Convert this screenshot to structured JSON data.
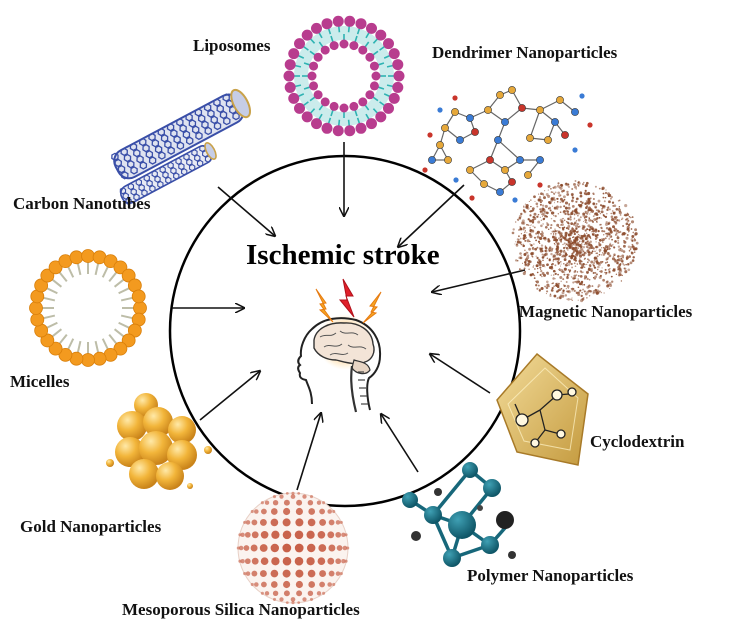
{
  "center": {
    "title": "Ischemic stroke",
    "brain_icon": "brain-head-profile-icon"
  },
  "labels": {
    "liposomes": "Liposomes",
    "dendrimer": "Dendrimer Nanoparticles",
    "carbon_nanotubes": "Carbon Nanotubes",
    "magnetic": "Magnetic Nanoparticles",
    "micelles": "Micelles",
    "cyclodextrin": "Cyclodextrin",
    "gold": "Gold Nanoparticles",
    "polymer": "Polymer Nanoparticles",
    "mesoporous_silica": "Mesoporous Silica Nanoparticles"
  },
  "icons": {
    "liposomes": "liposome-icon",
    "dendrimer": "dendrimer-molecule-icon",
    "carbon_nanotubes": "carbon-nanotube-icon",
    "magnetic": "magnetic-particle-cloud-icon",
    "micelles": "micelle-icon",
    "cyclodextrin": "cyclodextrin-icon",
    "gold": "gold-nanoparticle-cluster-icon",
    "polymer": "polymer-network-icon",
    "mesoporous_silica": "mesoporous-silica-sphere-icon"
  },
  "colors": {
    "liposome_head": "#b83c8e",
    "liposome_tail": "#2fb3b3",
    "micelle_head": "#f39a1f",
    "micelle_tail": "#d8d8c8",
    "gold": "#f2b53a",
    "polymer": "#17677a",
    "silica": "#c86048",
    "magnetic": "#8b4a2b",
    "cyclodextrin": "#d8b35a",
    "nanotube": "#3a4fa8",
    "lightning": "#f6a623",
    "lightning_red": "#e0202a"
  }
}
